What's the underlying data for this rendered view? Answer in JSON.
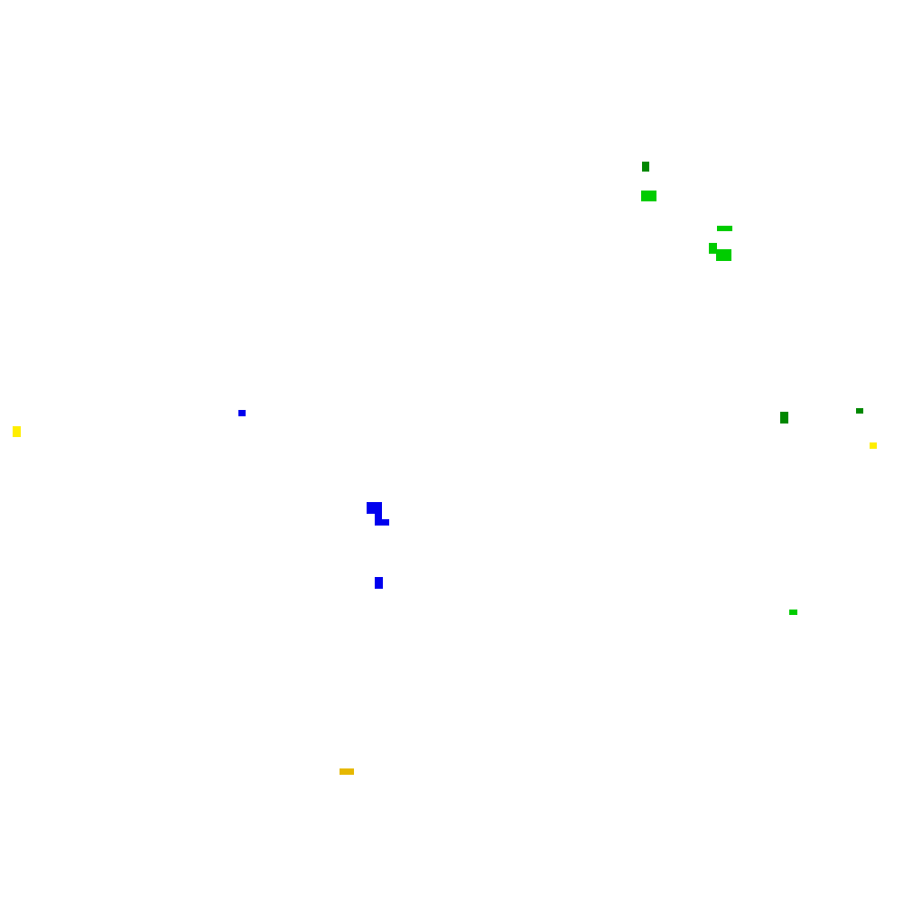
{
  "palette": {
    "background": "#ffffff",
    "blue": "#0000ee",
    "bright_green": "#00cc00",
    "dark_green": "#008800",
    "yellow": "#ffee00",
    "gold": "#e6b800"
  },
  "blobs": [
    {
      "id": "dark-green-blob-1",
      "color": "dark_green"
    },
    {
      "id": "bright-green-blob-1",
      "color": "bright_green"
    },
    {
      "id": "bright-green-blob-2",
      "color": "bright_green"
    },
    {
      "id": "bright-green-blob-3",
      "color": "bright_green"
    },
    {
      "id": "blue-blob-small",
      "color": "blue"
    },
    {
      "id": "yellow-blob-left",
      "color": "yellow"
    },
    {
      "id": "dark-green-blob-2",
      "color": "dark_green"
    },
    {
      "id": "dark-green-blob-3",
      "color": "dark_green"
    },
    {
      "id": "yellow-blob-right",
      "color": "yellow"
    },
    {
      "id": "blue-blob-large",
      "color": "blue"
    },
    {
      "id": "blue-blob-medium",
      "color": "blue"
    },
    {
      "id": "bright-green-blob-4",
      "color": "bright_green"
    },
    {
      "id": "gold-blob",
      "color": "gold"
    }
  ]
}
